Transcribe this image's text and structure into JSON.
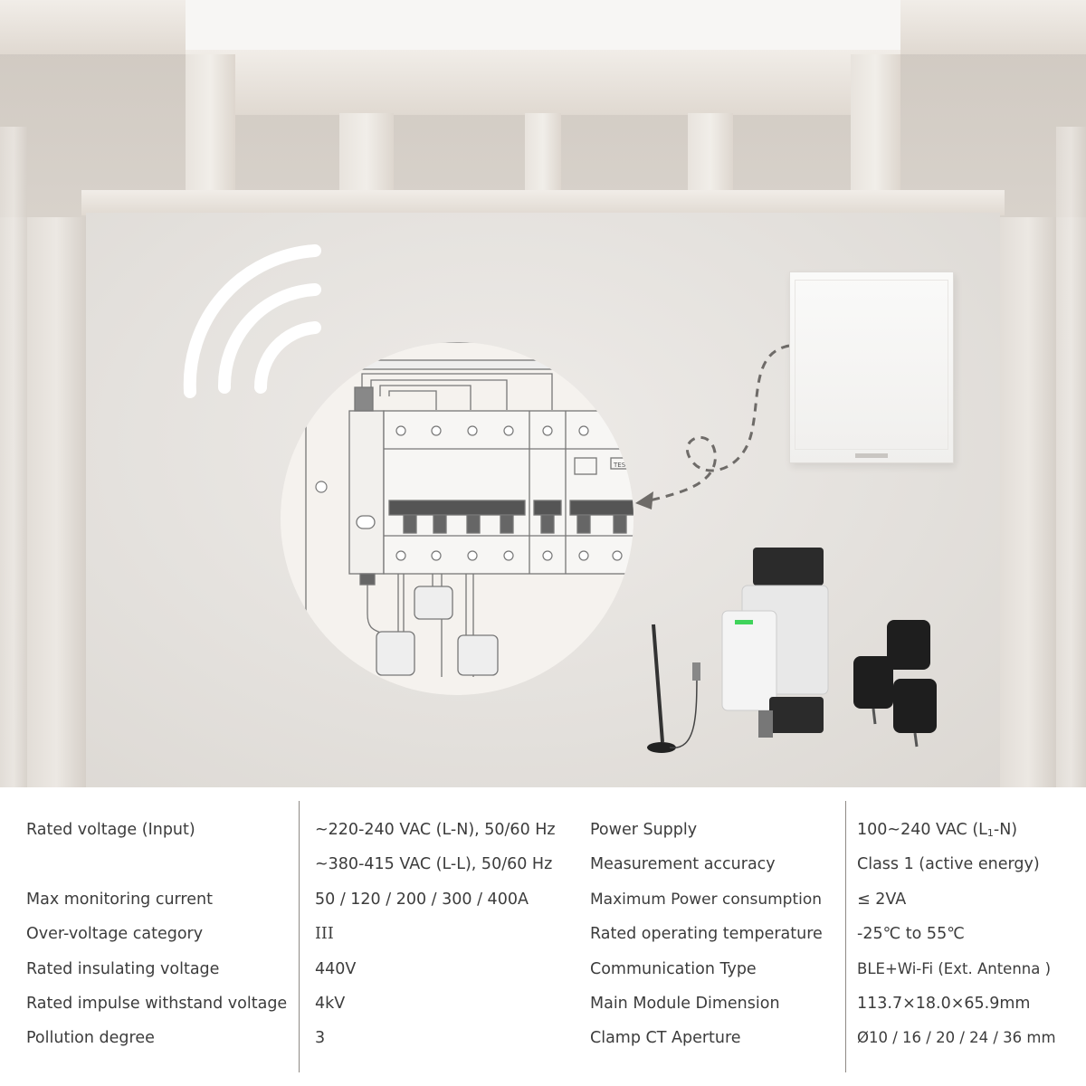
{
  "spec_rows_left": [
    {
      "label": "Rated voltage (Input)",
      "value": "~220-240 VAC (L-N), 50/60 Hz"
    },
    {
      "label": "",
      "value": "~380-415 VAC (L-L), 50/60 Hz"
    },
    {
      "label": "Max monitoring current",
      "value": "50 / 120 / 200 / 300 / 400A"
    },
    {
      "label": "Over-voltage category",
      "value": "III"
    },
    {
      "label": "Rated insulating voltage",
      "value": "440V"
    },
    {
      "label": "Rated impulse withstand voltage",
      "value": "4kV"
    },
    {
      "label": "Pollution degree",
      "value": "3"
    }
  ],
  "spec_rows_right": [
    {
      "label": "Power Supply",
      "value_prefix": "100~240 VAC (L",
      "value_sub": "1",
      "value_suffix": "-N)"
    },
    {
      "label": "Measurement accuracy",
      "value": "Class 1 (active energy)"
    },
    {
      "label": "Maximum Power consumption",
      "value": "≤ 2VA"
    },
    {
      "label": "Rated operating temperature",
      "value": "-25℃ to 55℃"
    },
    {
      "label": "Communication Type",
      "value": "BLE+Wi-Fi (Ext. Antenna )"
    },
    {
      "label": "Main Module Dimension",
      "value": "113.7×18.0×65.9mm"
    },
    {
      "label": "Clamp CT Aperture",
      "value": "Ø10 / 16 / 20 / 24 / 36 mm"
    }
  ],
  "panel_labels": {
    "test_label": "TEST"
  },
  "colors": {
    "scene_wall": "#e6e3df",
    "table_bg": "#ffffff",
    "text": "#3c3c3c",
    "indicator_green": "#3fd35a"
  }
}
